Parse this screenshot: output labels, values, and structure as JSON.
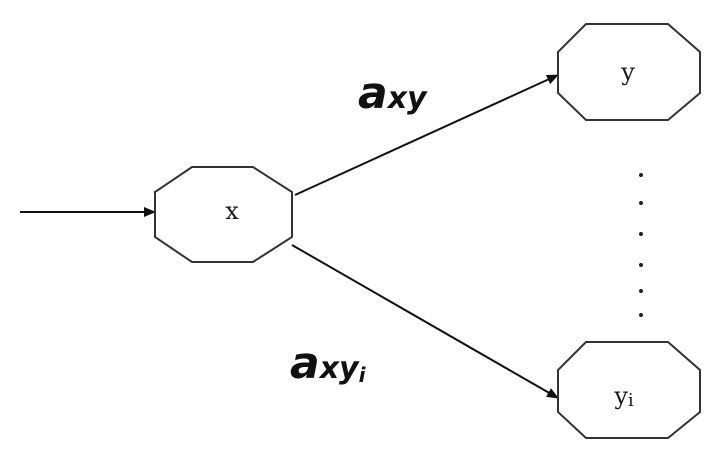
{
  "nodes": {
    "x": {
      "label": "x"
    },
    "y": {
      "label": "y"
    },
    "yi": {
      "label": "y",
      "sub": "i"
    }
  },
  "edges": {
    "x_to_y": {
      "label": "a",
      "sub": "xy"
    },
    "x_to_yi": {
      "label": "a",
      "sub": "xy",
      "sub2": "i"
    }
  },
  "colors": {
    "stroke": "#333333",
    "node_fill": "#ffffff"
  }
}
